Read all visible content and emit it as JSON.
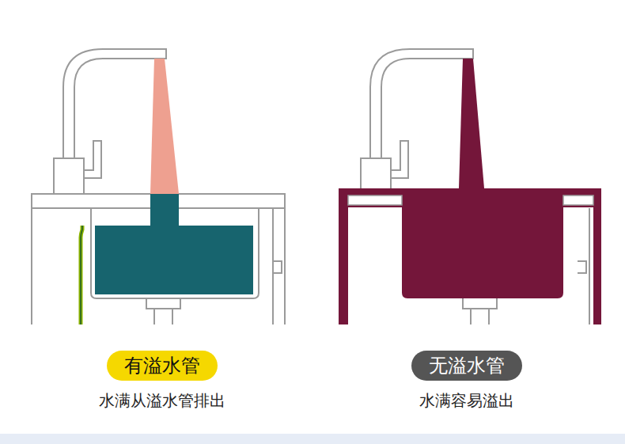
{
  "diagram": {
    "nodes": [
      {
        "text": [
          "有溢水管"
        ]
      },
      {
        "text": [
          "无溢水管"
        ]
      }
    ],
    "labels": [
      "水满从溢水管排出",
      "水满容易溢出"
    ]
  }
}
